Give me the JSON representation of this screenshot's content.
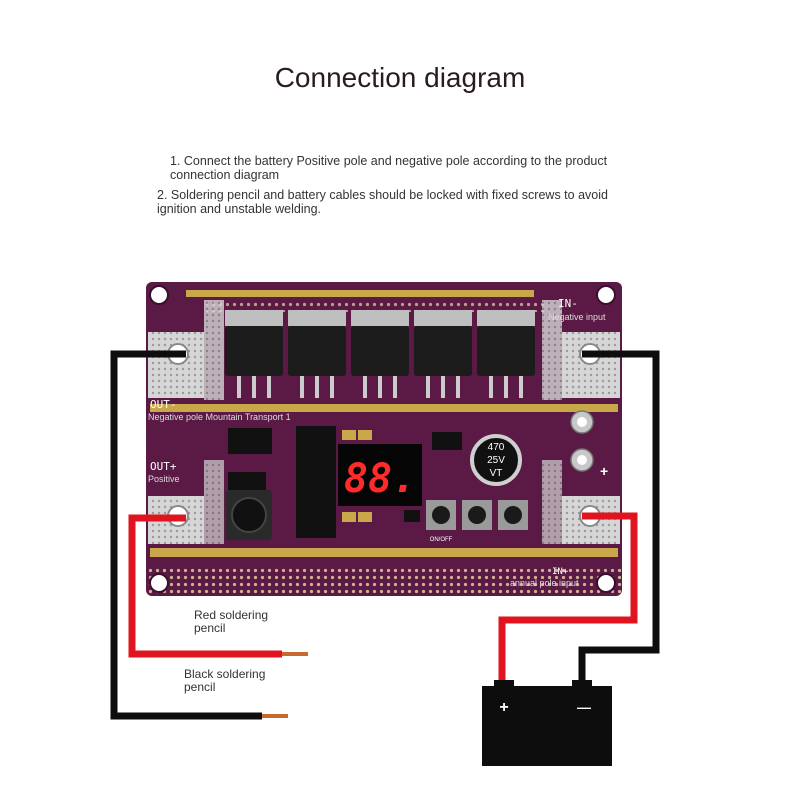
{
  "title": "Connection diagram",
  "notes": [
    "1. Connect the battery Positive pole and negative pole according to the product connection diagram",
    "2. Soldering pencil and battery cables should be locked with fixed screws to avoid ignition and unstable welding."
  ],
  "board": {
    "in_neg": "IN-",
    "in_neg_sub": "Negative input",
    "out_neg": "OUT-",
    "out_neg_sub": "Negative pole Mountain Transport 1",
    "out_pos": "OUT+",
    "out_pos_sub": "Positive",
    "in_pos": "IN+",
    "in_pos_sub": "annual pole input",
    "display": "88.",
    "capacitor": [
      "470",
      "25V",
      "VT"
    ],
    "button_label": "ON/OFF",
    "plus_mark": "+"
  },
  "labels": {
    "red_pencil": [
      "Red soldering",
      "pencil"
    ],
    "black_pencil": [
      "Black soldering",
      "pencil"
    ]
  },
  "battery": {
    "pos": "+",
    "neg": "—"
  },
  "colors": {
    "pcb": "#5a1a45",
    "red_wire": "#e0141e",
    "black_wire": "#0d0d0d",
    "copper": "#c8692f",
    "gold": "#c9a84a",
    "segment": "#ff2b2b"
  }
}
